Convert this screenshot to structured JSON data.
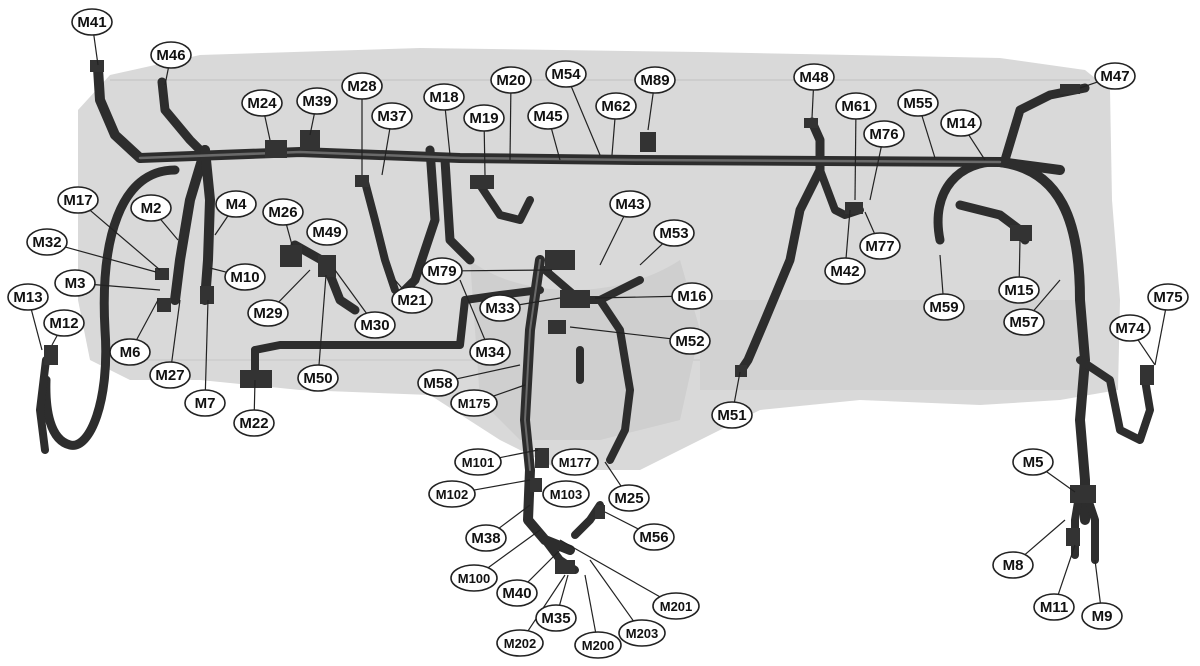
{
  "diagram": {
    "labels": [
      "M41",
      "M46",
      "M24",
      "M39",
      "M28",
      "M37",
      "M18",
      "M20",
      "M19",
      "M54",
      "M45",
      "M89",
      "M62",
      "M48",
      "M61",
      "M55",
      "M76",
      "M14",
      "M47",
      "M17",
      "M2",
      "M4",
      "M32",
      "M26",
      "M49",
      "M43",
      "M53",
      "M79",
      "M3",
      "M10",
      "M13",
      "M12",
      "M29",
      "M21",
      "M30",
      "M33",
      "M16",
      "M6",
      "M27",
      "M50",
      "M34",
      "M52",
      "M58",
      "M7",
      "M22",
      "M175",
      "M51",
      "M42",
      "M77",
      "M59",
      "M15",
      "M57",
      "M75",
      "M74",
      "M101",
      "M177",
      "M102",
      "M103",
      "M25",
      "M38",
      "M56",
      "M100",
      "M40",
      "M35",
      "M201",
      "M202",
      "M200",
      "M203",
      "M5",
      "M8",
      "M11",
      "M9"
    ]
  }
}
